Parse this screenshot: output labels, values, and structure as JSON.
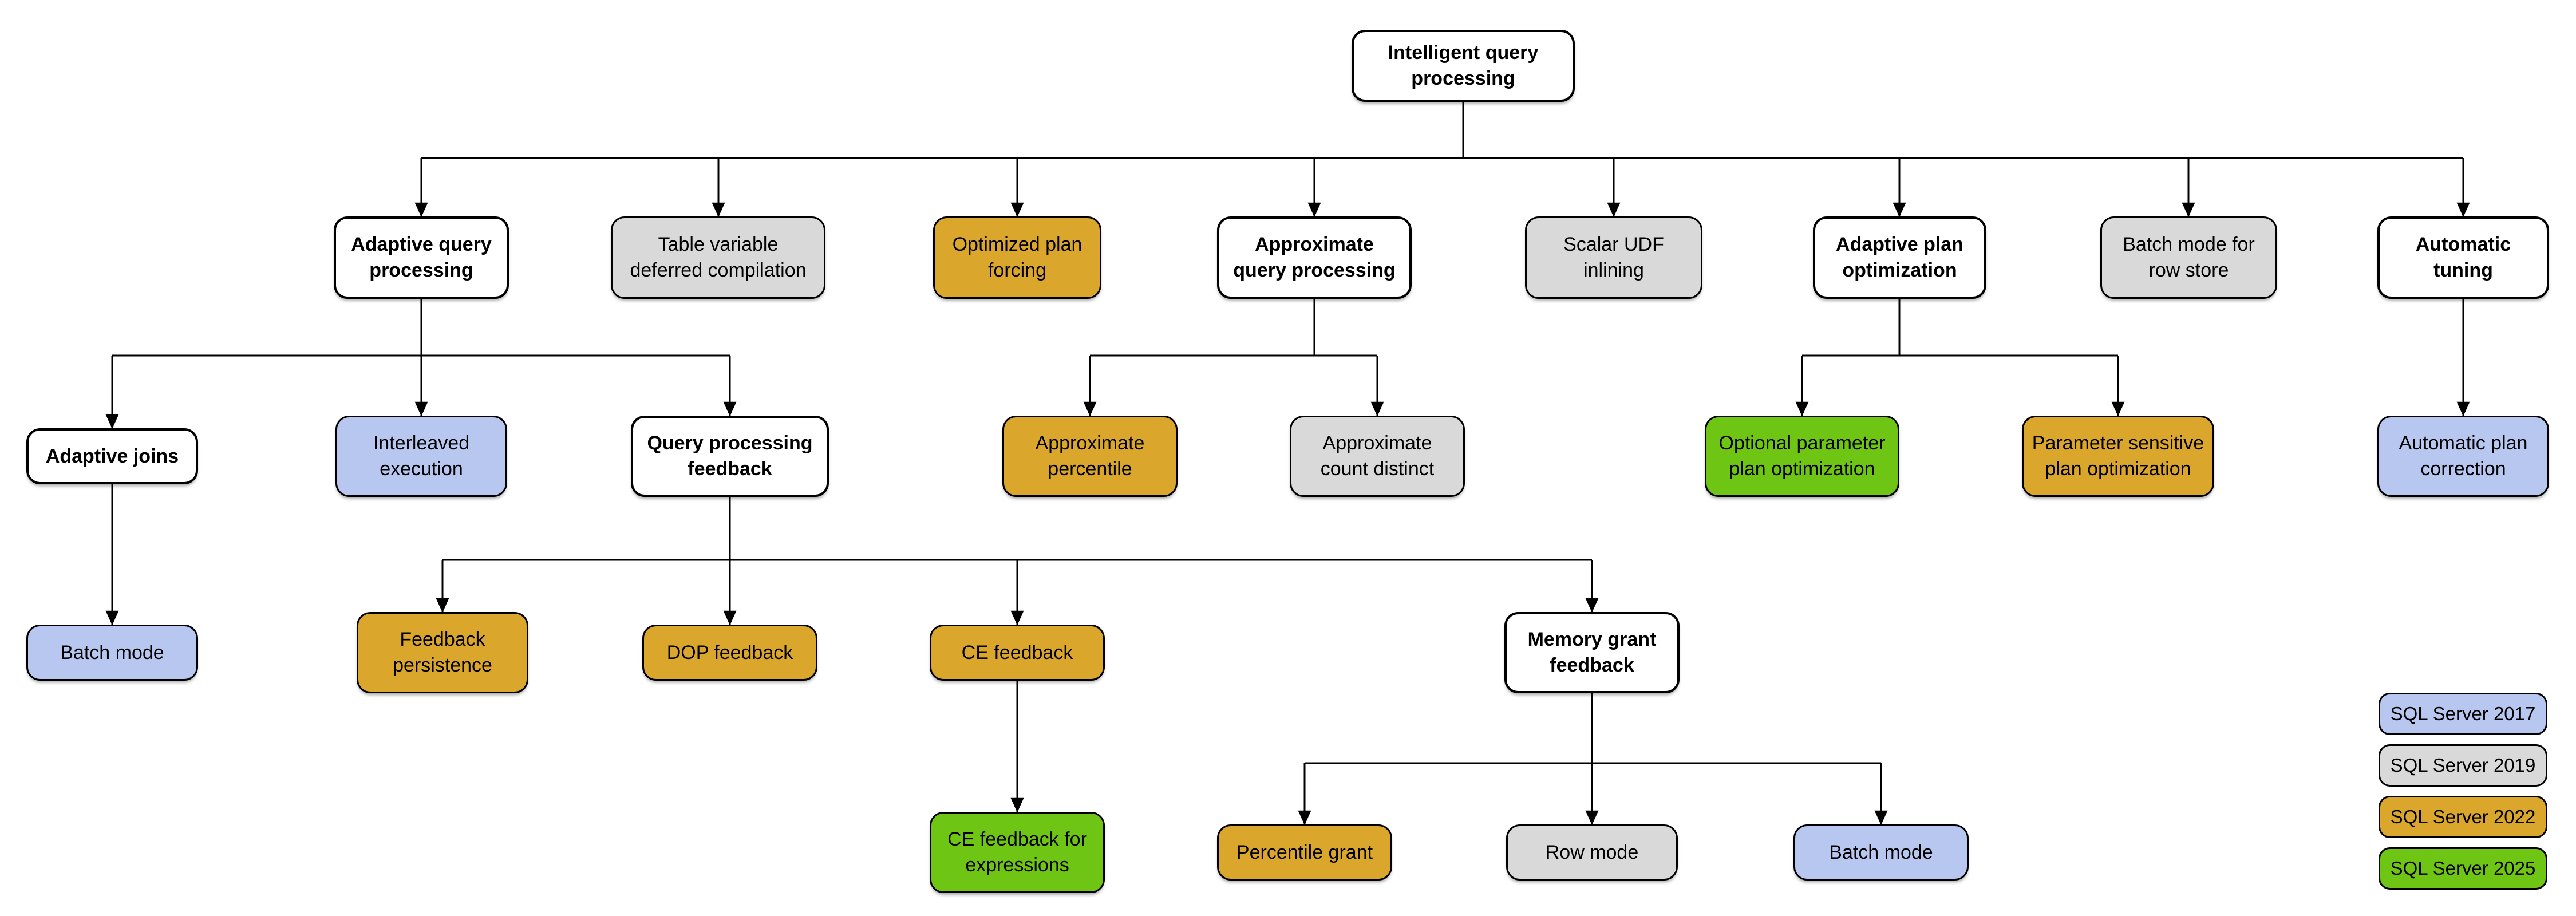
{
  "diagram_title": "Intelligent query processing",
  "nodes": {
    "intelligent_query_processing": {
      "label": "Intelligent query\nprocessing",
      "style": "category"
    },
    "adaptive_query_processing": {
      "label": "Adaptive query\nprocessing",
      "style": "category"
    },
    "table_variable_deferred_compilation": {
      "label": "Table variable\ndeferred compilation",
      "style": "sql2019"
    },
    "optimized_plan_forcing": {
      "label": "Optimized plan\nforcing",
      "style": "sql2022"
    },
    "approximate_query_processing": {
      "label": "Approximate\nquery processing",
      "style": "category"
    },
    "scalar_udf_inlining": {
      "label": "Scalar UDF\ninlining",
      "style": "sql2019"
    },
    "adaptive_plan_optimization": {
      "label": "Adaptive plan\noptimization",
      "style": "category"
    },
    "batch_mode_for_row_store": {
      "label": "Batch mode for\nrow store",
      "style": "sql2019"
    },
    "automatic_tuning": {
      "label": "Automatic\ntuning",
      "style": "category"
    },
    "adaptive_joins": {
      "label": "Adaptive joins",
      "style": "category"
    },
    "interleaved_execution": {
      "label": "Interleaved\nexecution",
      "style": "sql2017"
    },
    "query_processing_feedback": {
      "label": "Query processing\nfeedback",
      "style": "category"
    },
    "approximate_percentile": {
      "label": "Approximate\npercentile",
      "style": "sql2022"
    },
    "approximate_count_distinct": {
      "label": "Approximate\ncount distinct",
      "style": "sql2019"
    },
    "optional_parameter_plan_optimization": {
      "label": "Optional parameter\nplan optimization",
      "style": "sql2025"
    },
    "parameter_sensitive_plan_optimization": {
      "label": "Parameter sensitive\nplan optimization",
      "style": "sql2022"
    },
    "automatic_plan_correction": {
      "label": "Automatic plan\ncorrection",
      "style": "sql2017"
    },
    "batch_mode_adaptive_joins": {
      "label": "Batch mode",
      "style": "sql2017"
    },
    "feedback_persistence": {
      "label": "Feedback\npersistence",
      "style": "sql2022"
    },
    "dop_feedback": {
      "label": "DOP feedback",
      "style": "sql2022"
    },
    "ce_feedback": {
      "label": "CE feedback",
      "style": "sql2022"
    },
    "memory_grant_feedback": {
      "label": "Memory grant\nfeedback",
      "style": "category"
    },
    "ce_feedback_for_expressions": {
      "label": "CE feedback for\nexpressions",
      "style": "sql2025"
    },
    "percentile_grant": {
      "label": "Percentile grant",
      "style": "sql2022"
    },
    "row_mode": {
      "label": "Row mode",
      "style": "sql2019"
    },
    "batch_mode_memory_grant": {
      "label": "Batch mode",
      "style": "sql2017"
    }
  },
  "legend": {
    "items": [
      {
        "label": "SQL Server 2017",
        "color": "#b7c7f0"
      },
      {
        "label": "SQL Server 2019",
        "color": "#d9d9d9"
      },
      {
        "label": "SQL Server 2022",
        "color": "#dba62c"
      },
      {
        "label": "SQL Server 2025",
        "color": "#6ec514"
      }
    ]
  },
  "colors": {
    "sql2017_blue": "#b7c7f0",
    "sql2019_gray": "#d9d9d9",
    "sql2022_gold": "#dba62c",
    "sql2025_green": "#6ec514",
    "category_white": "#ffffff",
    "line_black": "#000000"
  }
}
